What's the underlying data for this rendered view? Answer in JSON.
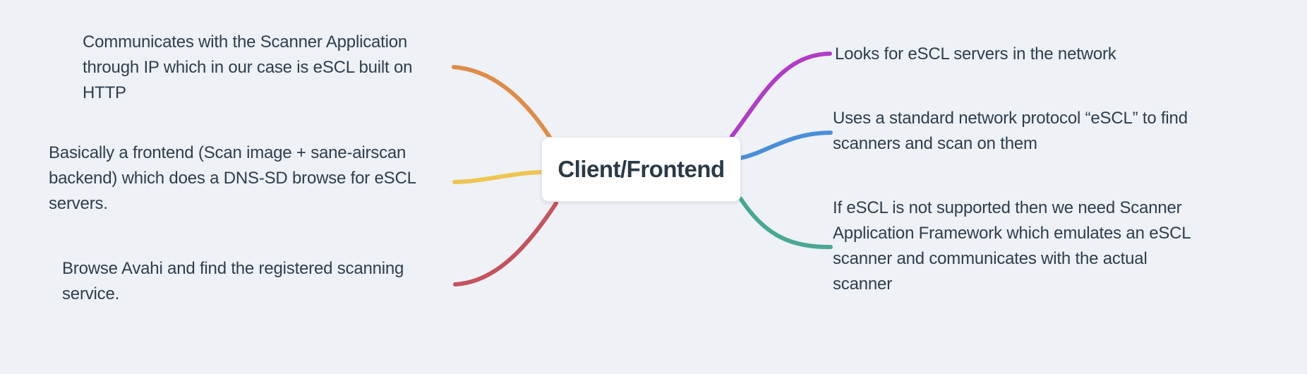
{
  "canvas": {
    "background_color": "#eef1f5",
    "text_color": "#2f3e4d"
  },
  "root": {
    "label": "Client/Frontend",
    "bg_color": "#ffffff",
    "text_color": "#2c3a47"
  },
  "branches": {
    "left": [
      {
        "id": "communicates-escl-http",
        "color": "#dd8c4a",
        "label": "Communicates with the Scanner Application\nthrough IP which in our case is eSCL built on\nHTTP"
      },
      {
        "id": "frontend-dns-sd",
        "color": "#eec452",
        "label": "Basically a frontend (Scan image + sane-airscan\nbackend) which does a DNS-SD browse for eSCL\nservers."
      },
      {
        "id": "browse-avahi",
        "color": "#c4525f",
        "label": "Browse Avahi and find the registered scanning\nservice."
      }
    ],
    "right": [
      {
        "id": "looks-for-escl-servers",
        "color": "#b03cc8",
        "label": "Looks for eSCL servers in the network"
      },
      {
        "id": "standard-network-protocol",
        "color": "#4b8ed8",
        "label": "Uses a standard network protocol “eSCL” to find\nscanners and scan on them"
      },
      {
        "id": "scanner-application-framework",
        "color": "#49a893",
        "label": "If eSCL is not supported then we need Scanner\nApplication Framework which emulates an eSCL\nscanner and communicates with the actual\nscanner"
      }
    ]
  }
}
